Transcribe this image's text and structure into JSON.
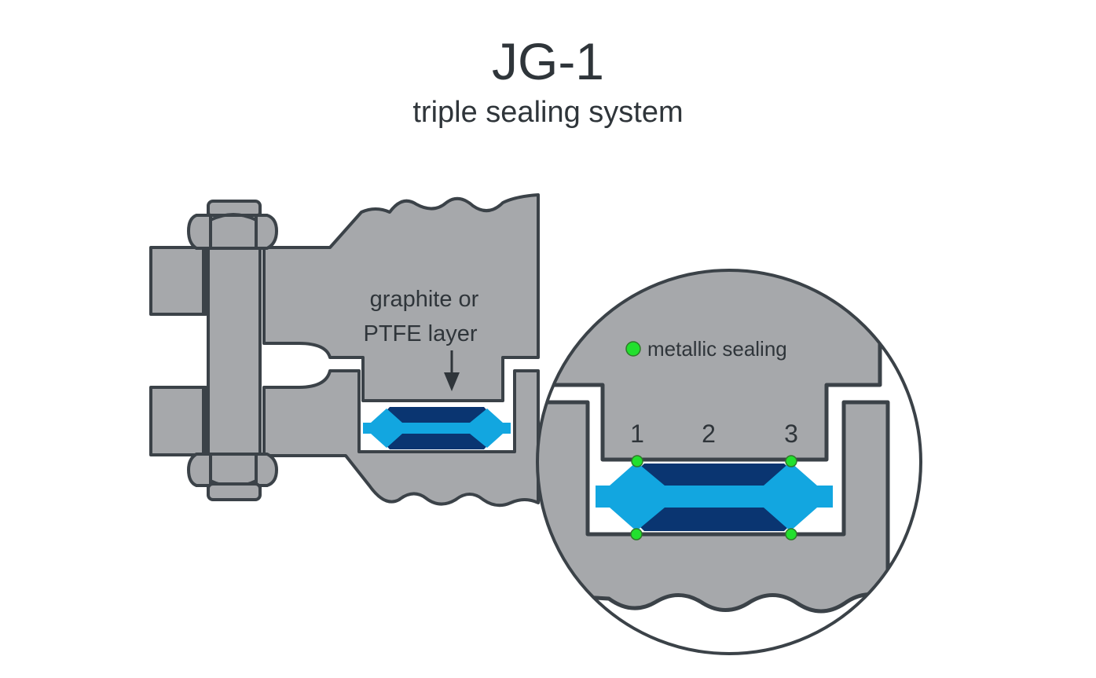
{
  "title": "JG-1",
  "subtitle": "triple sealing system",
  "labels": {
    "layer_line1": "graphite or",
    "layer_line2": "PTFE layer",
    "legend": "metallic sealing",
    "point1": "1",
    "point2": "2",
    "point3": "3"
  },
  "colors": {
    "metal": "#a6a8ab",
    "outline": "#3b4248",
    "gasket_dark": "#0a3571",
    "gasket_light": "#12a6e0",
    "seal_point": "#22e02e"
  }
}
